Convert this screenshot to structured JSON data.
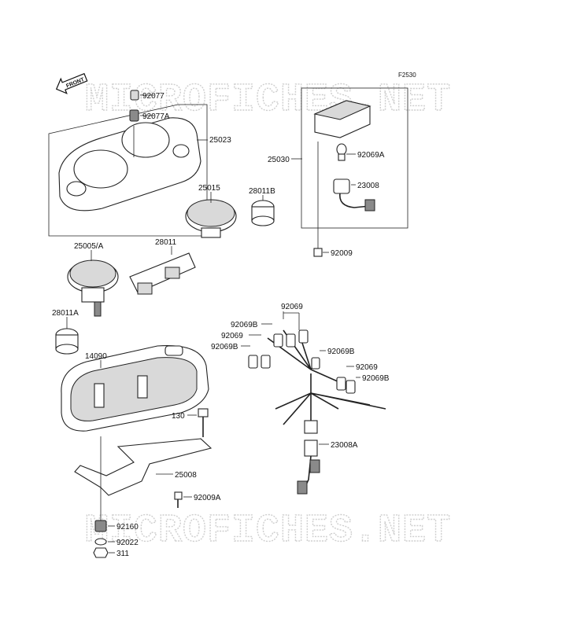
{
  "diagram": {
    "figure_code": "F2530",
    "watermark": "MICROFICHES.NET",
    "front_label": "FRONT",
    "callouts": [
      {
        "id": "92077",
        "text": "92077"
      },
      {
        "id": "92077A",
        "text": "92077A"
      },
      {
        "id": "25023",
        "text": "25023"
      },
      {
        "id": "25030",
        "text": "25030"
      },
      {
        "id": "92069A",
        "text": "92069A"
      },
      {
        "id": "23008",
        "text": "23008"
      },
      {
        "id": "92009",
        "text": "92009"
      },
      {
        "id": "25015",
        "text": "25015"
      },
      {
        "id": "28011B",
        "text": "28011B"
      },
      {
        "id": "25005A",
        "text": "25005/A"
      },
      {
        "id": "28011",
        "text": "28011"
      },
      {
        "id": "28011A",
        "text": "28011A"
      },
      {
        "id": "92069_top",
        "text": "92069"
      },
      {
        "id": "92069B_1",
        "text": "92069B"
      },
      {
        "id": "92069_2",
        "text": "92069"
      },
      {
        "id": "92069B_2",
        "text": "92069B"
      },
      {
        "id": "92069B_3",
        "text": "92069B"
      },
      {
        "id": "92069_3",
        "text": "92069"
      },
      {
        "id": "92069B_4",
        "text": "92069B"
      },
      {
        "id": "14090",
        "text": "14090"
      },
      {
        "id": "130",
        "text": "130"
      },
      {
        "id": "23008A",
        "text": "23008A"
      },
      {
        "id": "25008",
        "text": "25008"
      },
      {
        "id": "92009A",
        "text": "92009A"
      },
      {
        "id": "92160",
        "text": "92160"
      },
      {
        "id": "92022",
        "text": "92022"
      },
      {
        "id": "311",
        "text": "311"
      }
    ]
  }
}
